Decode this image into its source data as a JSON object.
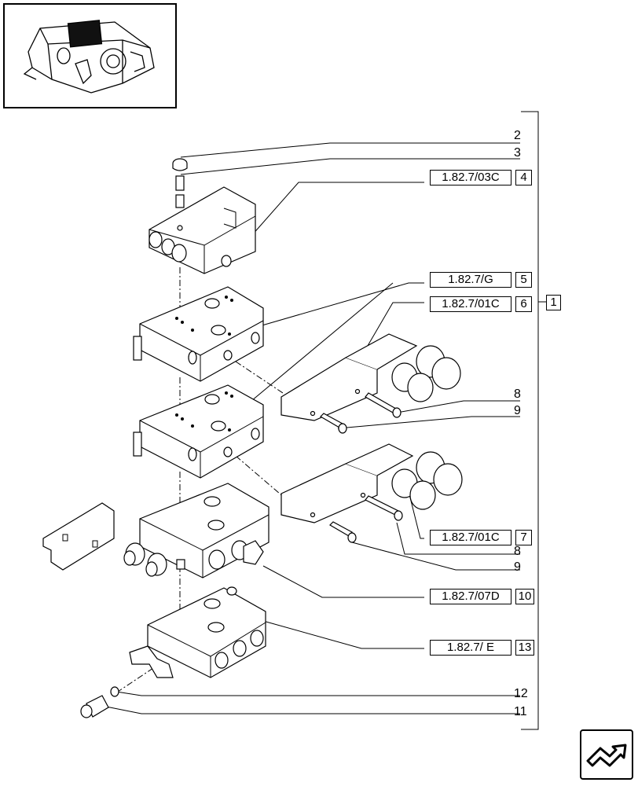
{
  "diagram": {
    "references": [
      {
        "id": "ref-4",
        "label": "1.82.7/03C",
        "number": "4"
      },
      {
        "id": "ref-5",
        "label": "1.82.7/G",
        "number": "5"
      },
      {
        "id": "ref-6",
        "label": "1.82.7/01C",
        "number": "6"
      },
      {
        "id": "ref-7",
        "label": "1.82.7/01C",
        "number": "7"
      },
      {
        "id": "ref-10",
        "label": "1.82.7/07D",
        "number": "10"
      },
      {
        "id": "ref-13",
        "label": "1.82.7/ E",
        "number": "13"
      }
    ],
    "group_number": "1",
    "callouts": {
      "c2": "2",
      "c3": "3",
      "c8a": "8",
      "c9a": "9",
      "c8b": "8",
      "c9b": "9",
      "c12": "12",
      "c11": "11"
    },
    "icons": {
      "thumbnail": "valve-assembly-thumbnail-icon",
      "navigation": "next-page-arrow-icon"
    }
  }
}
